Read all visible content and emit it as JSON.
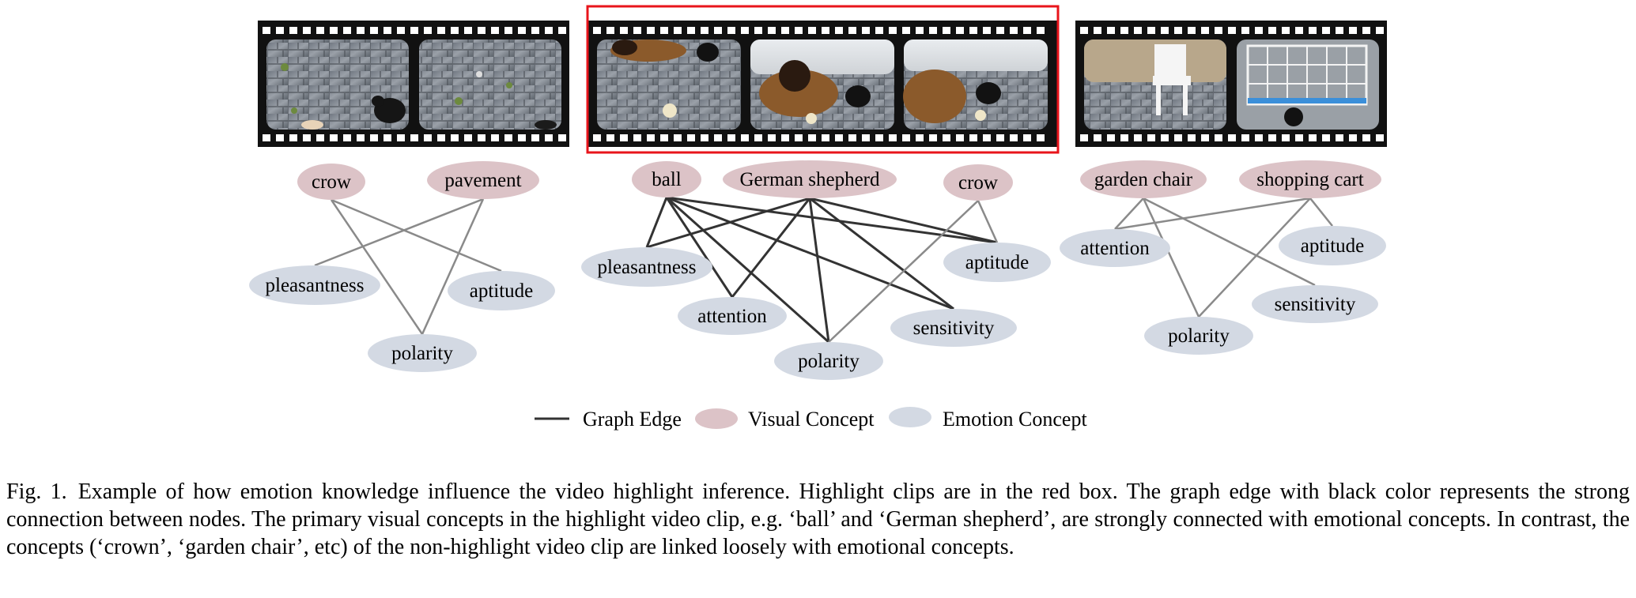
{
  "colors": {
    "visual_node": "#dcc3c7",
    "emotion_node": "#d3d9e3",
    "strong_edge": "#333333",
    "weak_edge": "#8a8a8a",
    "highlight_box": "#e8141b",
    "film": "#111111"
  },
  "clips": [
    {
      "id": "clip1",
      "highlight": false,
      "frames": [
        "frame-pavement-crow",
        "frame-pavement"
      ],
      "visual_nodes": [
        "crow",
        "pavement"
      ],
      "emotion_nodes": [
        "pleasantness",
        "aptitude",
        "polarity"
      ],
      "edges": [
        {
          "from": "crow",
          "to": "aptitude",
          "strength": "weak"
        },
        {
          "from": "crow",
          "to": "polarity",
          "strength": "weak"
        },
        {
          "from": "pavement",
          "to": "pleasantness",
          "strength": "weak"
        },
        {
          "from": "pavement",
          "to": "polarity",
          "strength": "weak"
        }
      ]
    },
    {
      "id": "clip2",
      "highlight": true,
      "frames": [
        "frame-dog-crow-1",
        "frame-dog-crow-2",
        "frame-dog-crow-3"
      ],
      "visual_nodes": [
        "ball",
        "German shepherd",
        "crow"
      ],
      "emotion_nodes": [
        "pleasantness",
        "aptitude",
        "attention",
        "sensitivity",
        "polarity"
      ],
      "edges": [
        {
          "from": "ball",
          "to": "pleasantness",
          "strength": "strong"
        },
        {
          "from": "ball",
          "to": "attention",
          "strength": "strong"
        },
        {
          "from": "ball",
          "to": "polarity",
          "strength": "strong"
        },
        {
          "from": "ball",
          "to": "sensitivity",
          "strength": "strong"
        },
        {
          "from": "ball",
          "to": "aptitude",
          "strength": "strong"
        },
        {
          "from": "German shepherd",
          "to": "pleasantness",
          "strength": "strong"
        },
        {
          "from": "German shepherd",
          "to": "attention",
          "strength": "strong"
        },
        {
          "from": "German shepherd",
          "to": "polarity",
          "strength": "strong"
        },
        {
          "from": "German shepherd",
          "to": "sensitivity",
          "strength": "strong"
        },
        {
          "from": "German shepherd",
          "to": "aptitude",
          "strength": "strong"
        },
        {
          "from": "crow",
          "to": "aptitude",
          "strength": "weak"
        },
        {
          "from": "crow",
          "to": "polarity",
          "strength": "weak"
        }
      ]
    },
    {
      "id": "clip3",
      "highlight": false,
      "frames": [
        "frame-garden-chair",
        "frame-shopping-cart"
      ],
      "visual_nodes": [
        "garden chair",
        "shopping cart"
      ],
      "emotion_nodes": [
        "attention",
        "aptitude",
        "sensitivity",
        "polarity"
      ],
      "edges": [
        {
          "from": "garden chair",
          "to": "attention",
          "strength": "weak"
        },
        {
          "from": "garden chair",
          "to": "polarity",
          "strength": "weak"
        },
        {
          "from": "garden chair",
          "to": "sensitivity",
          "strength": "weak"
        },
        {
          "from": "shopping cart",
          "to": "attention",
          "strength": "weak"
        },
        {
          "from": "shopping cart",
          "to": "aptitude",
          "strength": "weak"
        },
        {
          "from": "shopping cart",
          "to": "polarity",
          "strength": "weak"
        }
      ]
    }
  ],
  "legend": {
    "edge": "Graph Edge",
    "visual": "Visual Concept",
    "emotion": "Emotion Concept"
  },
  "caption": {
    "label": "Fig. 1.",
    "text": "Example of how emotion knowledge influence the video highlight inference. Highlight clips are in the red box. The graph edge with black color represents the strong connection between nodes. The primary visual concepts in the highlight video clip, e.g. ‘ball’ and ‘German shepherd’, are strongly connected with emotional concepts. In contrast, the concepts (‘crown’, ‘garden chair’, etc) of the non-highlight video clip are linked loosely with emotional concepts."
  }
}
